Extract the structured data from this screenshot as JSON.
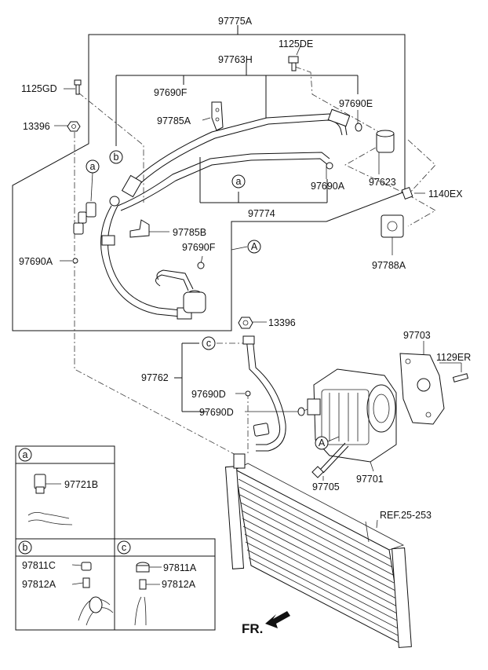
{
  "labels": {
    "l97775A": "97775A",
    "l1125DE": "1125DE",
    "l97763H": "97763H",
    "l1125GD": "1125GD",
    "l97690F_top": "97690F",
    "l97690E": "97690E",
    "l13396_top": "13396",
    "l97785A": "97785A",
    "l97623": "97623",
    "l97690A_right": "97690A",
    "l1140EX": "1140EX",
    "l97774": "97774",
    "l97785B": "97785B",
    "l97690F_mid": "97690F",
    "l97788A": "97788A",
    "l97690A_left": "97690A",
    "l13396_mid": "13396",
    "l97703": "97703",
    "l1129ER": "1129ER",
    "l97762": "97762",
    "l97690D_1": "97690D",
    "l97690D_2": "97690D",
    "l97705": "97705",
    "l97701": "97701",
    "lREF": "REF.25-253",
    "l97721B": "97721B",
    "l97811C": "97811C",
    "l97812A_b": "97812A",
    "l97811A": "97811A",
    "l97812A_c": "97812A",
    "fr": "FR."
  },
  "callouts": {
    "a": "a",
    "b": "b",
    "c": "c",
    "A": "A"
  }
}
